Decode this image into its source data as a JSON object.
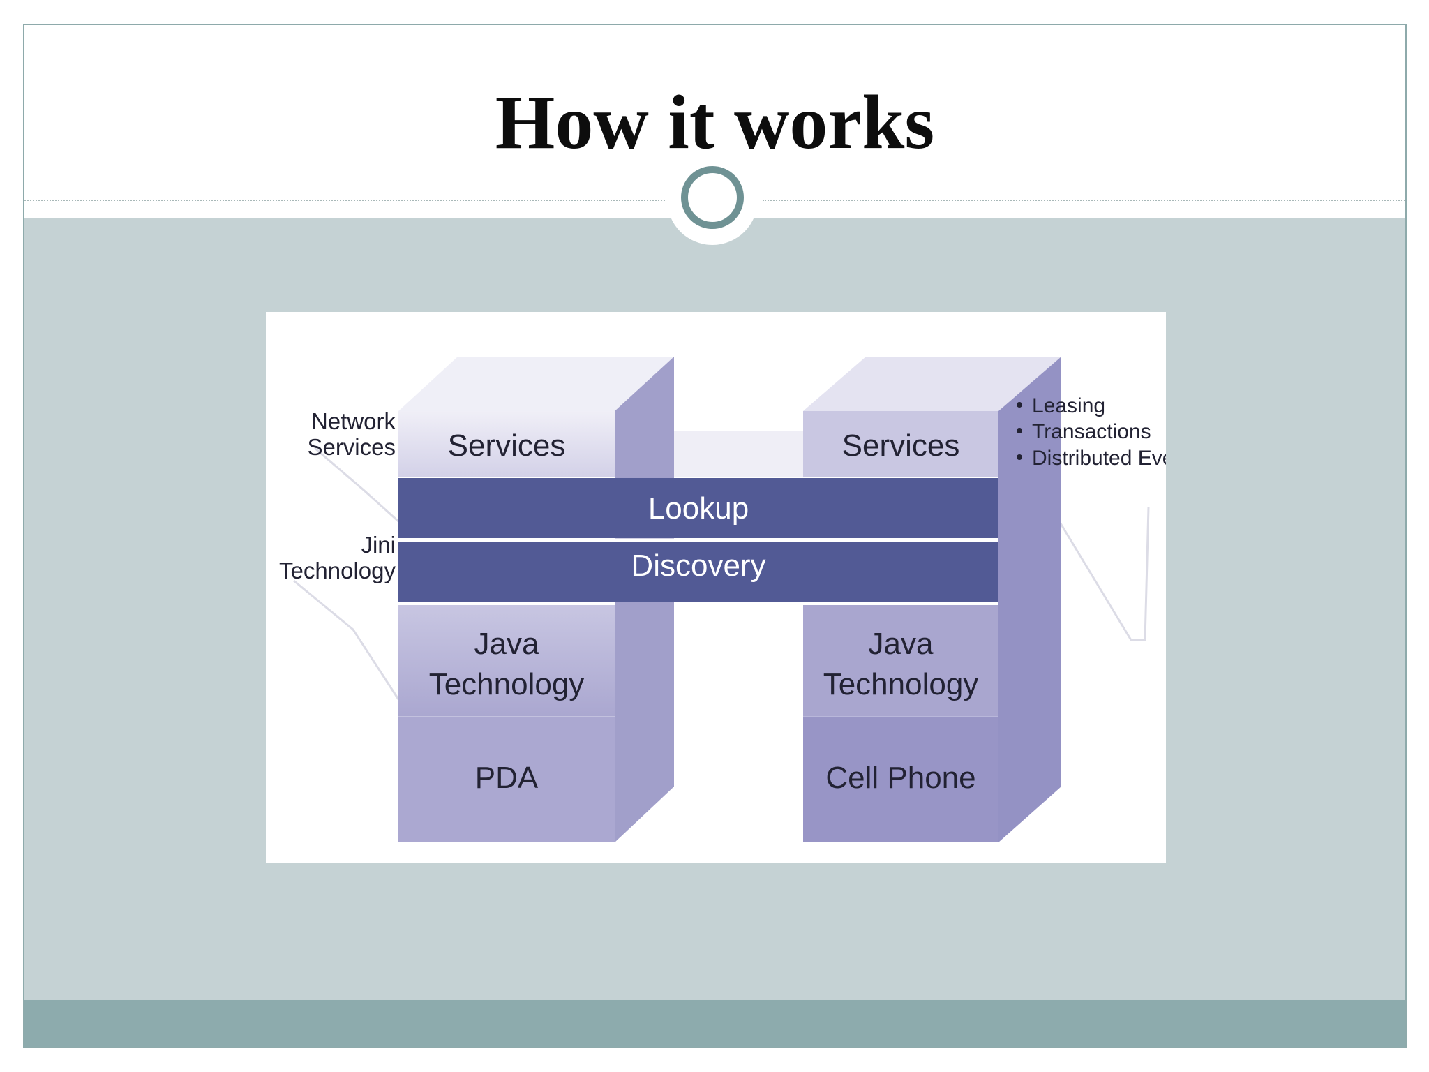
{
  "slide": {
    "title": "How it works"
  },
  "diagram": {
    "left_stack": {
      "services": "Services",
      "java_line1": "Java",
      "java_line2": "Technology",
      "device": "PDA"
    },
    "right_stack": {
      "services": "Services",
      "java_line1": "Java",
      "java_line2": "Technology",
      "device": "Cell Phone"
    },
    "bands": {
      "lookup": "Lookup",
      "discovery": "Discovery"
    },
    "side_labels": {
      "network_line1": "Network",
      "network_line2": "Services",
      "jini_line1": "Jini",
      "jini_line2": "Technology"
    },
    "bullets": [
      "Leasing",
      "Transactions",
      "Distributed Even"
    ],
    "colors": {
      "band": "#525a95",
      "top_face": "#e9e8f3",
      "column_face": "#b3b1d3",
      "side_face": "#9a98c8",
      "device_face": "#a4a1cc"
    }
  }
}
